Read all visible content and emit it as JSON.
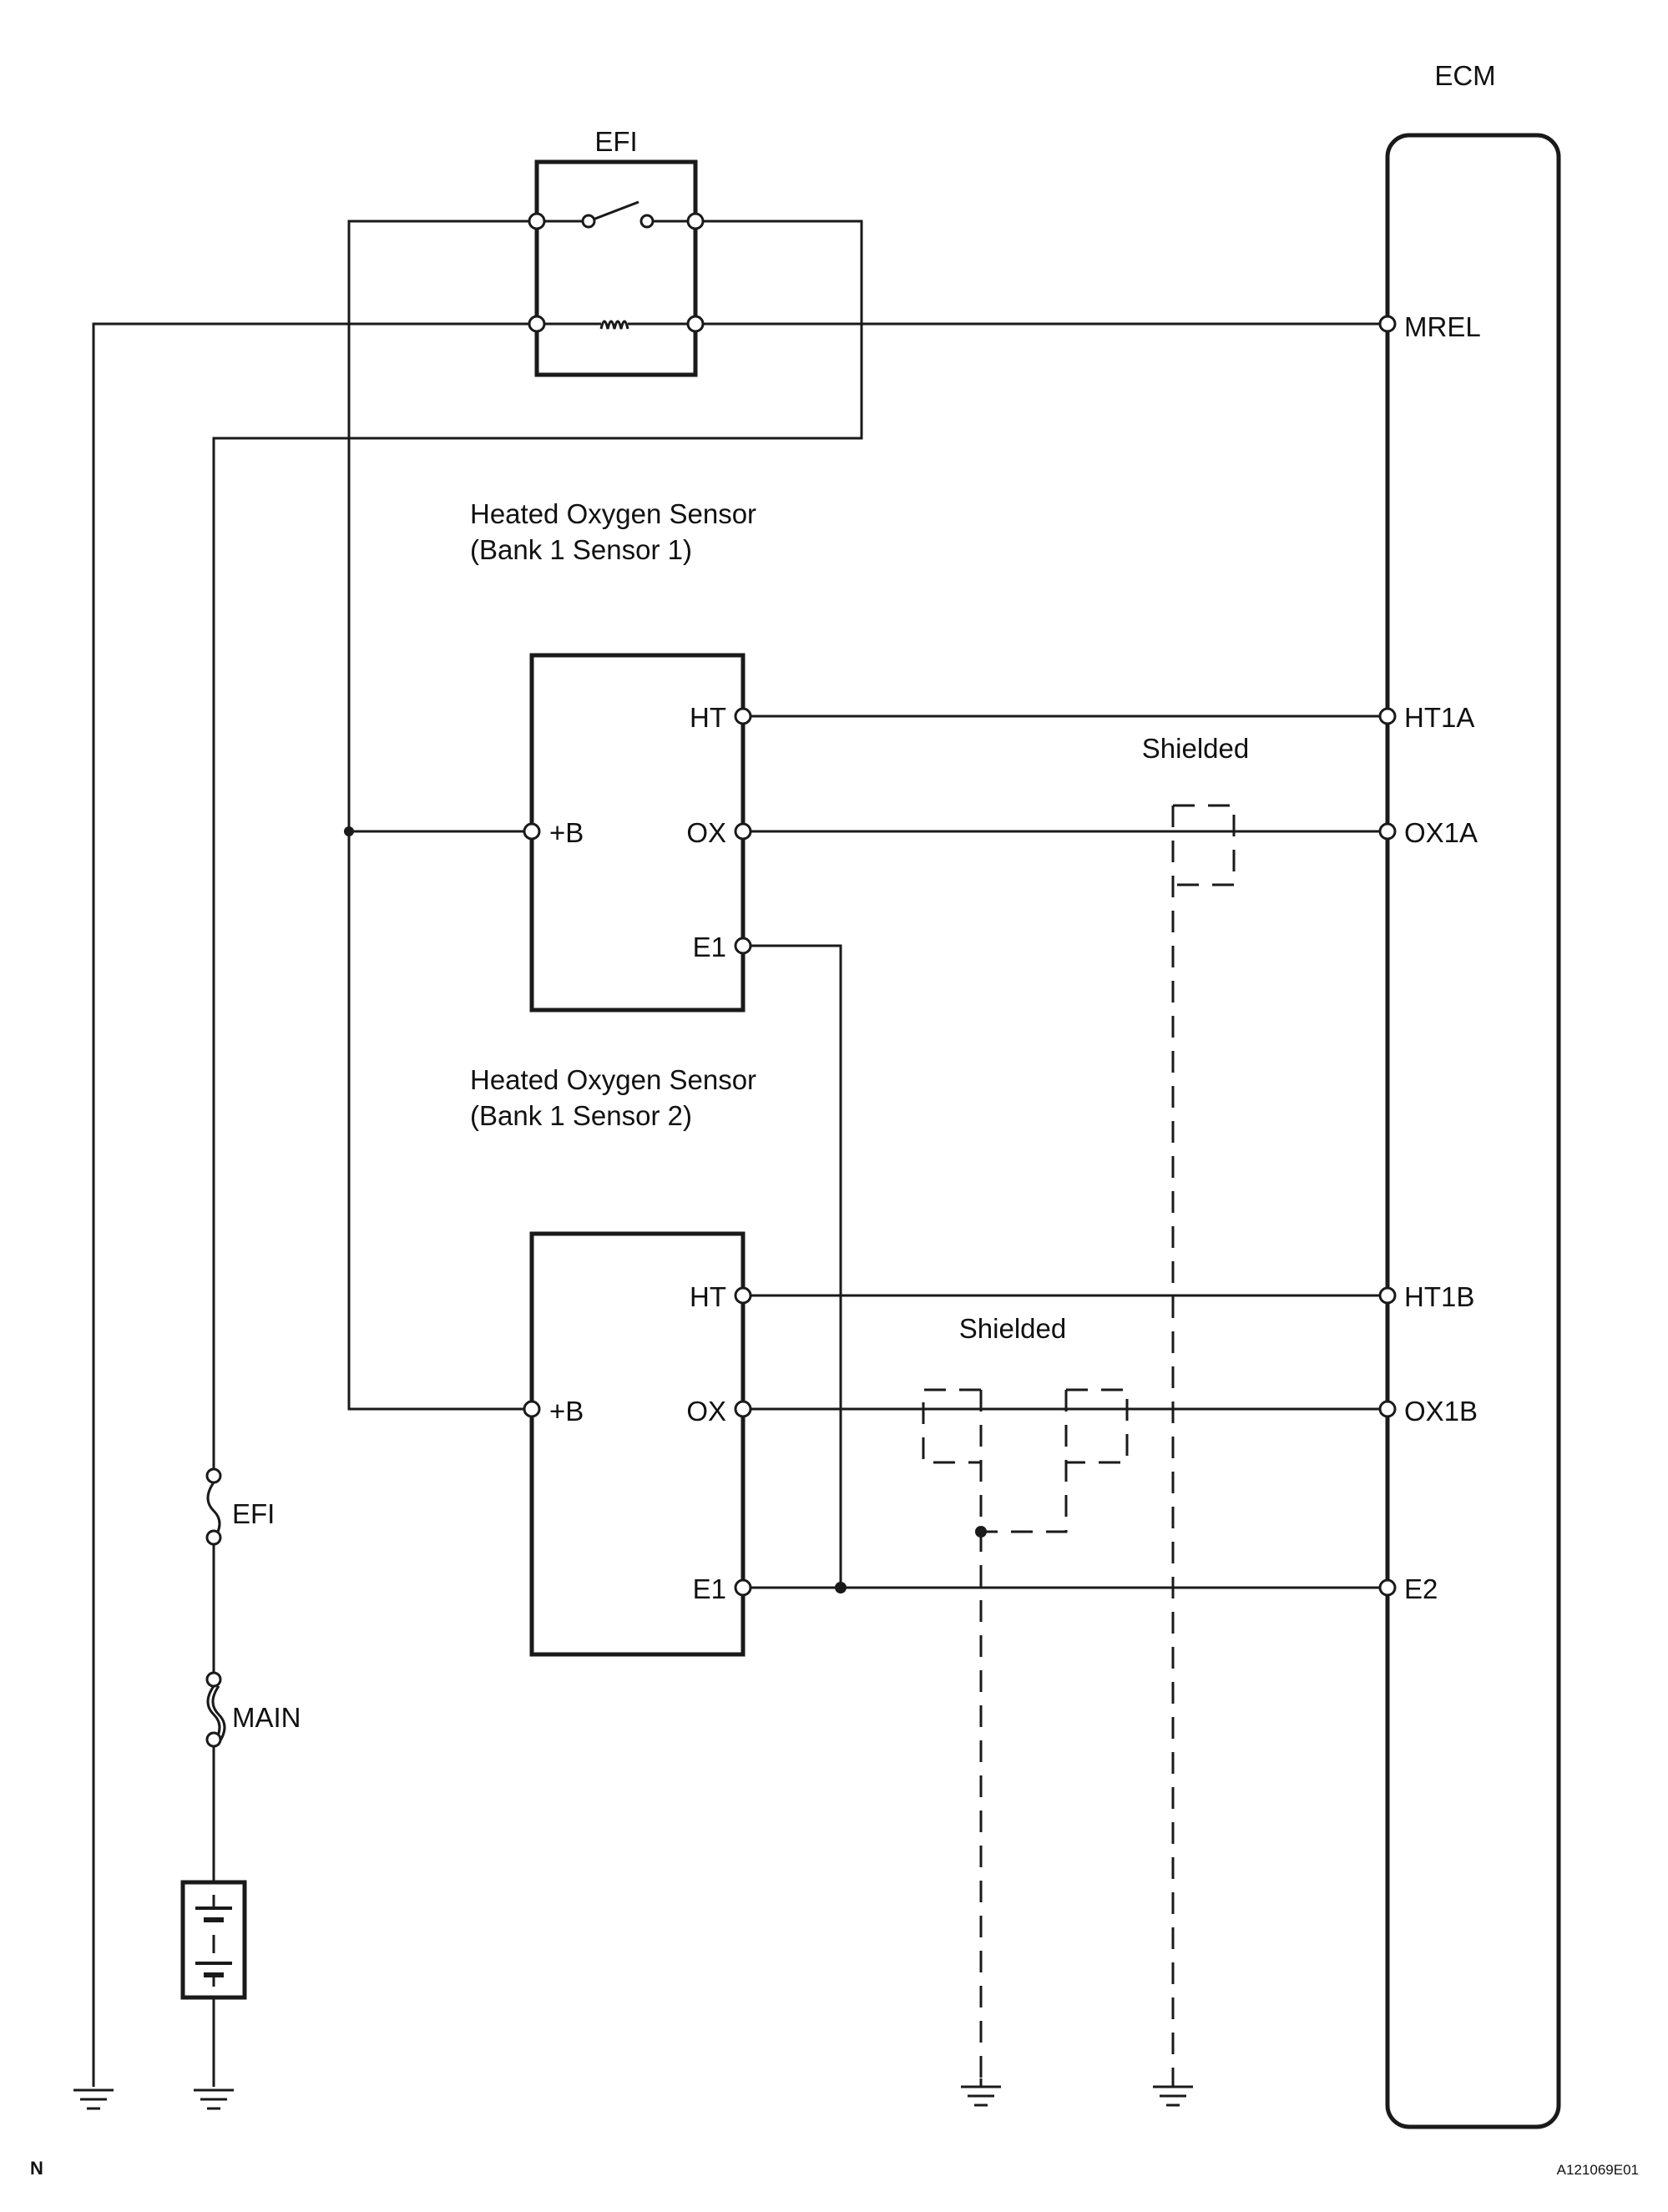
{
  "ecm": {
    "title": "ECM",
    "pins": {
      "mrel": "MREL",
      "ht1a": "HT1A",
      "ox1a": "OX1A",
      "ht1b": "HT1B",
      "ox1b": "OX1B",
      "e2": "E2"
    }
  },
  "efi_relay": {
    "label": "EFI"
  },
  "sensor1": {
    "title_line1": "Heated Oxygen Sensor",
    "title_line2": "(Bank 1 Sensor 1)",
    "pins": {
      "ht": "HT",
      "ox": "OX",
      "e1": "E1",
      "b": "+B"
    }
  },
  "sensor2": {
    "title_line1": "Heated Oxygen Sensor",
    "title_line2": "(Bank 1 Sensor 2)",
    "pins": {
      "ht": "HT",
      "ox": "OX",
      "e1": "E1",
      "b": "+B"
    }
  },
  "shield_labels": {
    "upper": "Shielded",
    "lower": "Shielded"
  },
  "fuses": {
    "efi": "EFI",
    "main": "MAIN"
  },
  "corner_left": "N",
  "figure_id": "A121069E01"
}
